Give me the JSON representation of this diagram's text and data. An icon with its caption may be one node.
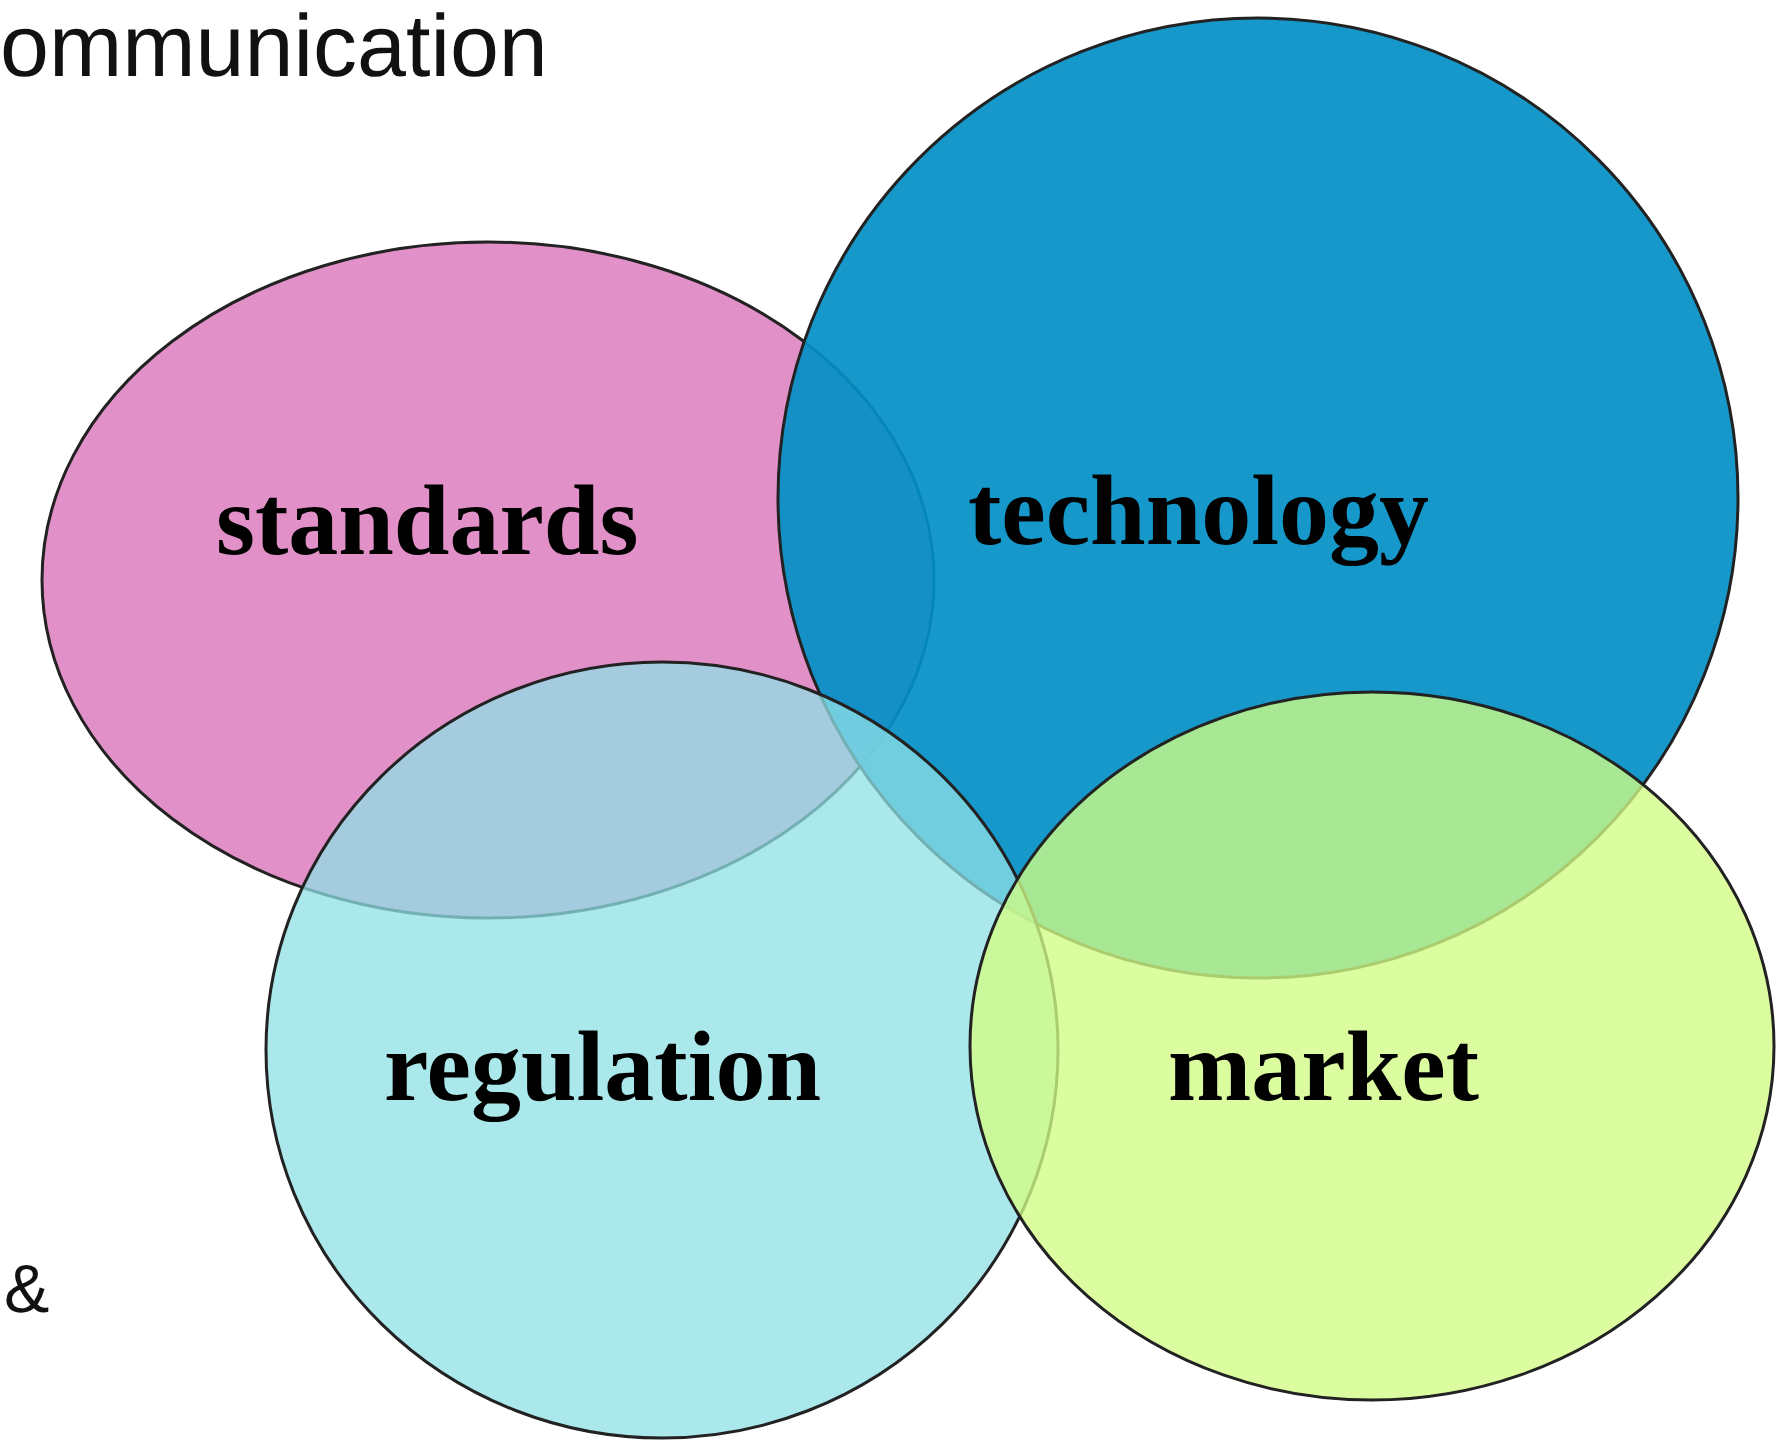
{
  "diagram": {
    "nodes": [
      {
        "text": [
          "standards"
        ]
      },
      {
        "text": [
          "technology"
        ]
      },
      {
        "text": [
          "regulation"
        ]
      },
      {
        "text": [
          "market"
        ]
      }
    ],
    "labels": [
      "ommunication",
      "&"
    ]
  }
}
